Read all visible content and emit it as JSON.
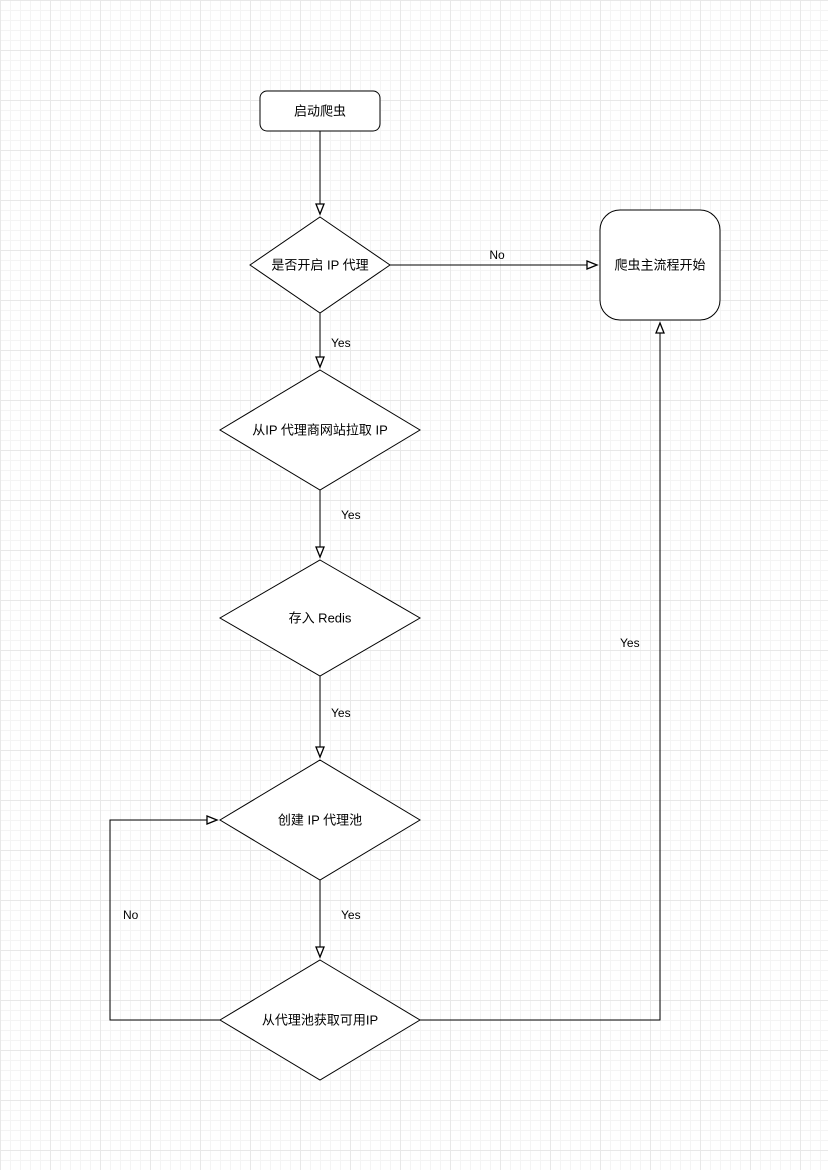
{
  "diagram": {
    "nodes": {
      "start": {
        "label": "启动爬虫",
        "shape": "rounded-rect"
      },
      "check_proxy": {
        "label": "是否开启 IP 代理",
        "shape": "diamond"
      },
      "main_flow": {
        "label": "爬虫主流程开始",
        "shape": "rounded-rect"
      },
      "pull_ip": {
        "label": "从IP 代理商网站拉取 IP",
        "shape": "diamond"
      },
      "store_redis": {
        "label": "存入 Redis",
        "shape": "diamond"
      },
      "create_pool": {
        "label": "创建 IP 代理池",
        "shape": "diamond"
      },
      "get_ip": {
        "label": "从代理池获取可用IP",
        "shape": "diamond"
      }
    },
    "edge_labels": {
      "check_no": "No",
      "check_yes": "Yes",
      "pull_yes": "Yes",
      "redis_yes": "Yes",
      "pool_yes": "Yes",
      "getip_yes": "Yes",
      "getip_no": "No"
    },
    "colors": {
      "shape_fill": "#ffffff",
      "shape_stroke": "#000000",
      "grid_minor": "#f4f4f4",
      "grid_major": "#e8e8e8"
    }
  }
}
